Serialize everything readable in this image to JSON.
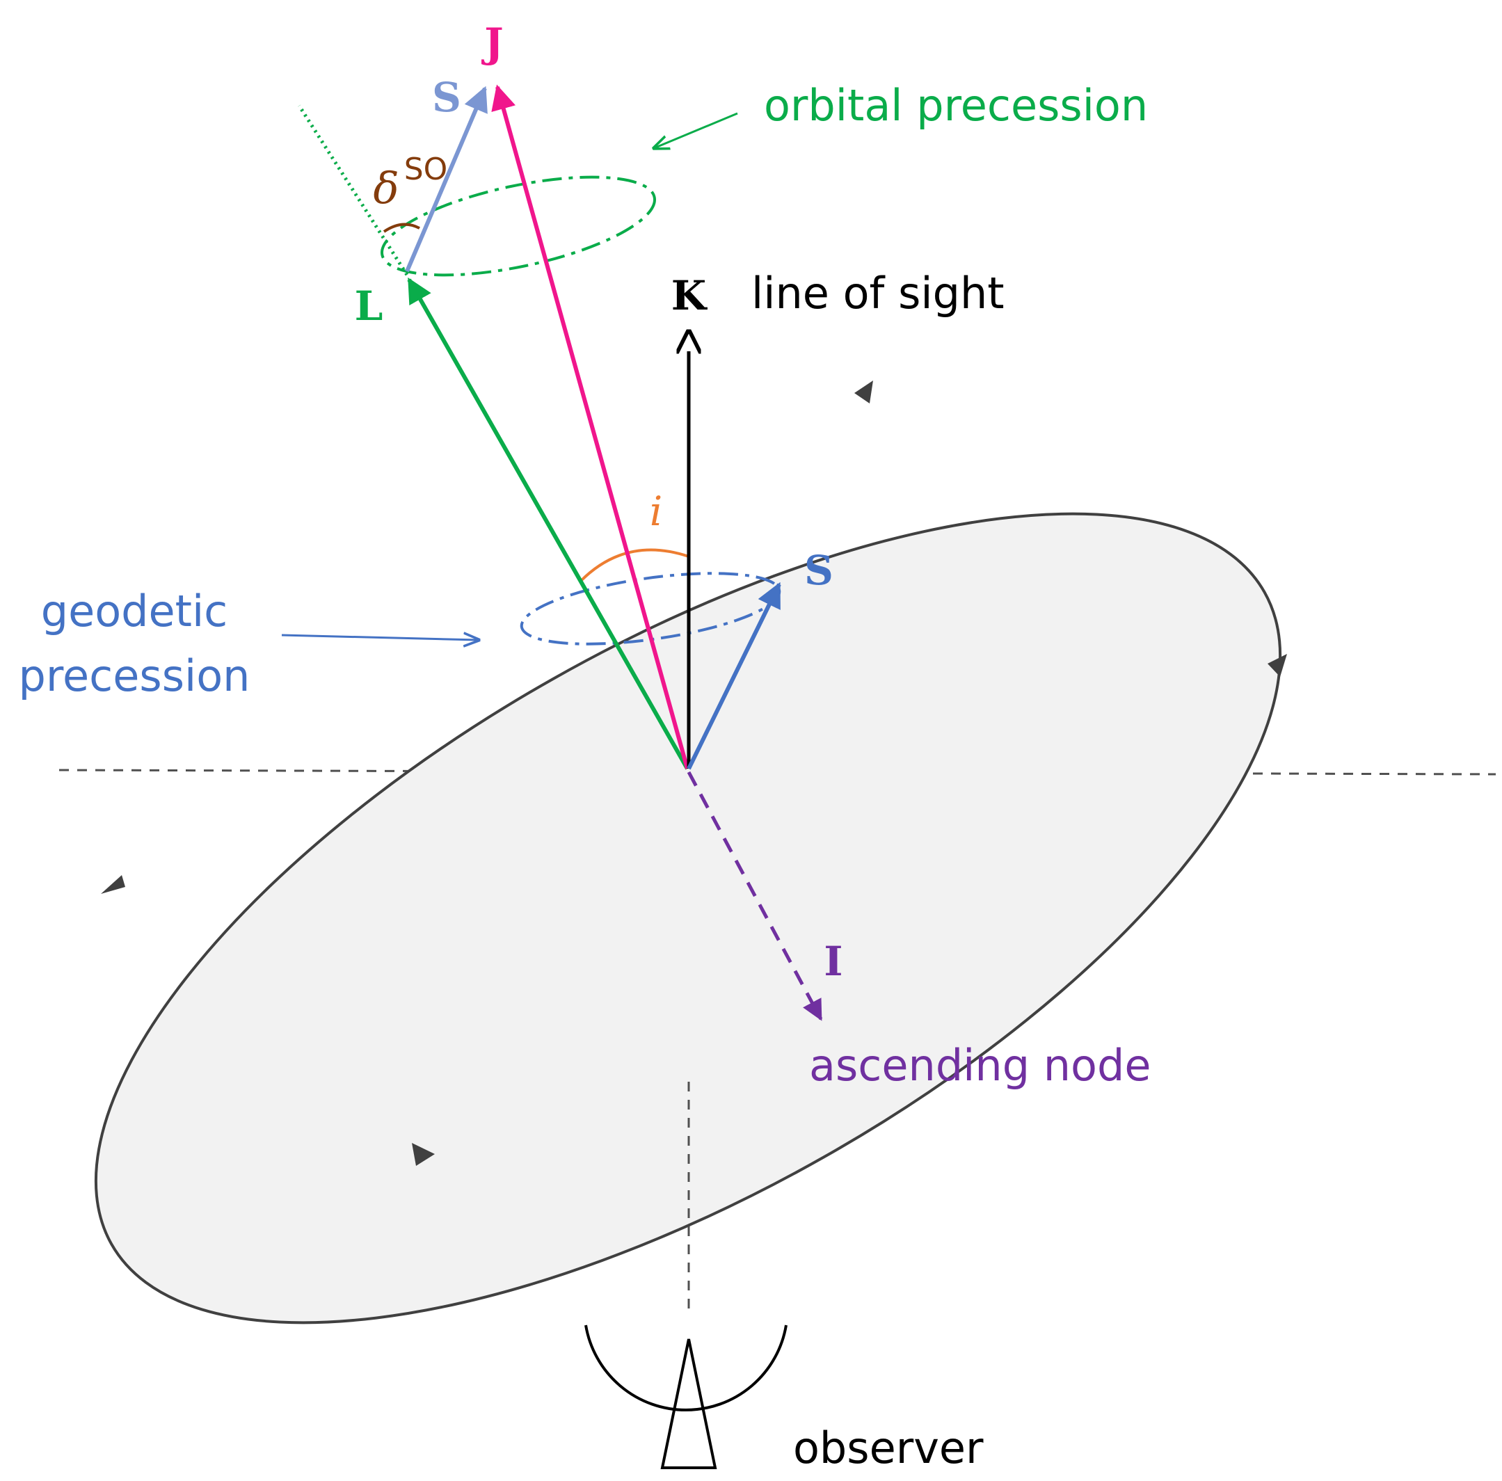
{
  "labels": {
    "J": "J",
    "S_top": "S",
    "L": "L",
    "K": "K",
    "S_center": "S",
    "I": "I",
    "delta_symbol": "δ",
    "delta_superscript": "SO",
    "inclination": "i",
    "orbital_precession": "orbital precession",
    "line_of_sight": "line of sight",
    "geodetic_line1": "geodetic",
    "geodetic_line2": "precession",
    "ascending_node": "ascending node",
    "observer": "observer"
  },
  "colors": {
    "J": "#f0168c",
    "S_top": "#7b96d2",
    "L": "#0aac4a",
    "K": "#000000",
    "S_center": "#4472c4",
    "I": "#7030a0",
    "delta": "#843c0c",
    "inclination": "#ed7d31",
    "orbital_precession": "#0aac4a",
    "geodetic_precession": "#4472c4",
    "ascending_node": "#7030a0",
    "orbit_fill": "#f2f2f2",
    "orbit_stroke": "#404040",
    "text": "#000000"
  }
}
